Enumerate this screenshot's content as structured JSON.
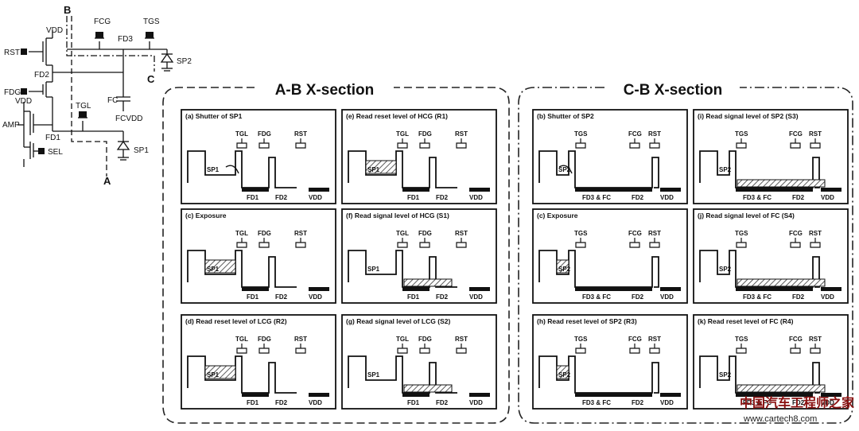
{
  "schematic": {
    "nodes": {
      "B": "B",
      "C": "C",
      "A": "A"
    },
    "labels": {
      "vdd1": "VDD",
      "rst": "RST",
      "fd2": "FD2",
      "fdg": "FDG",
      "vdd2": "VDD",
      "amp": "AMP",
      "fd1": "FD1",
      "sel": "SEL",
      "tgl": "TGL",
      "sp1": "SP1",
      "fcg": "FCG",
      "fd3": "FD3",
      "tgs": "TGS",
      "sp2": "SP2",
      "fc": "FC",
      "fcvdd": "FCVDD"
    }
  },
  "sections": {
    "ab": {
      "title": "A-B X-section"
    },
    "cb": {
      "title": "C-B X-section"
    }
  },
  "panels": [
    {
      "id": "a",
      "title": "(a) Shutter of SP1"
    },
    {
      "id": "e",
      "title": "(e) Read reset level of HCG (R1)"
    },
    {
      "id": "c1",
      "title": "(c) Exposure"
    },
    {
      "id": "f",
      "title": "(f) Read signal level of HCG (S1)"
    },
    {
      "id": "d",
      "title": "(d) Read reset level of LCG (R2)"
    },
    {
      "id": "g",
      "title": "(g) Read signal level of LCG (S2)"
    },
    {
      "id": "b",
      "title": "(b) Shutter of SP2"
    },
    {
      "id": "i",
      "title": "(i) Read signal level of SP2 (S3)"
    },
    {
      "id": "c2",
      "title": "(c) Exposure"
    },
    {
      "id": "j",
      "title": "(j) Read signal level of FC (S4)"
    },
    {
      "id": "h",
      "title": "(h) Read reset level of SP2 (R3)"
    },
    {
      "id": "k",
      "title": "(k) Read reset level of FC (R4)"
    }
  ],
  "ab_gates": [
    "TGL",
    "FDG",
    "RST"
  ],
  "ab_regions": {
    "photodiode": "SP1",
    "fd1": "FD1",
    "fd2": "FD2",
    "vdd": "VDD"
  },
  "cb_gates": [
    "TGS",
    "FCG",
    "RST"
  ],
  "cb_regions": {
    "photodiode": "SP2",
    "fd3fc": "FD3 & FC",
    "fd2": "FD2",
    "vdd": "VDD"
  },
  "watermark": {
    "cn": "中国汽车工程师之家",
    "url": "www.cartech8.com"
  },
  "colors": {
    "ink": "#111111",
    "frame": "#222222",
    "hatch": "#444444"
  }
}
